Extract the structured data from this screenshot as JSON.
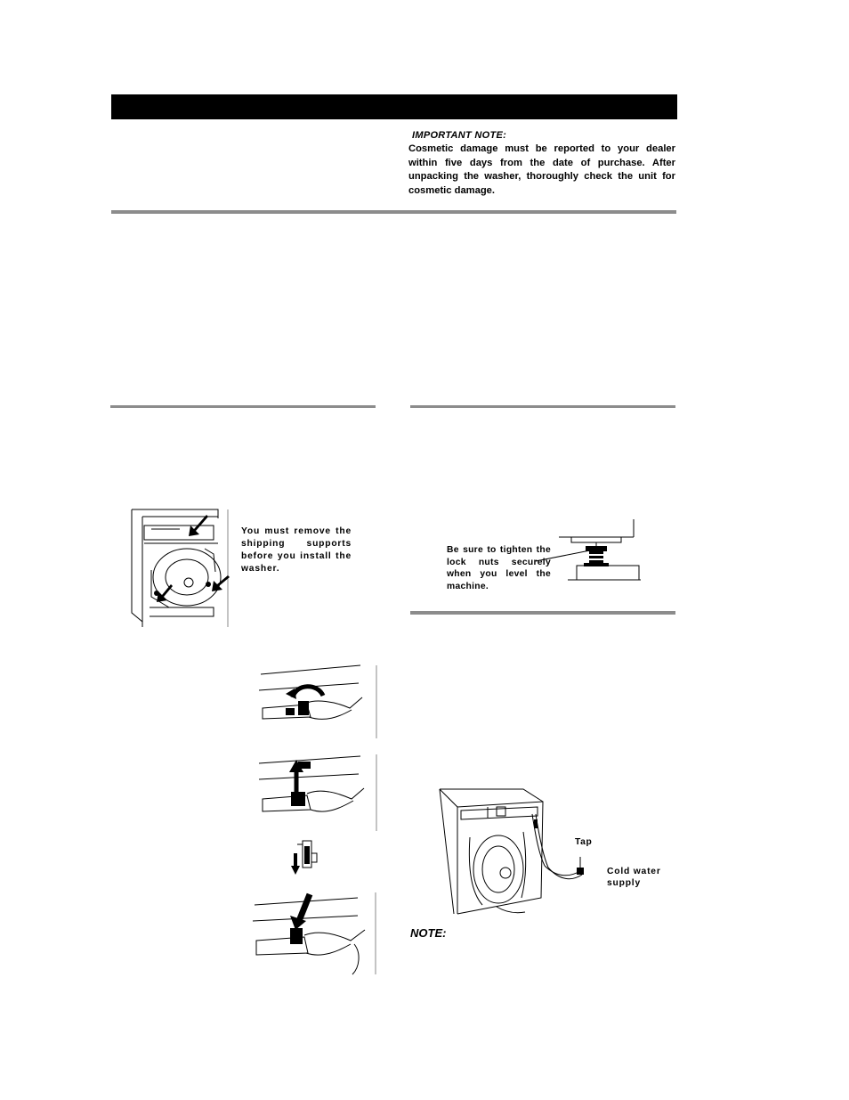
{
  "important_note": {
    "title": "IMPORTANT NOTE:",
    "body": "Cosmetic damage must be reported to your dealer within five days from the date of purchase. After unpacking the washer, thoroughly check the unit for cosmetic damage."
  },
  "shipping_supports": {
    "caption": "You must remove the shipping supports before you install the washer."
  },
  "leveling": {
    "caption": "Be sure to tighten the lock nuts securely when you level the machine."
  },
  "water_supply": {
    "tap_label": "Tap",
    "cold_water_label": "Cold water supply"
  },
  "note": {
    "label": "NOTE:"
  }
}
